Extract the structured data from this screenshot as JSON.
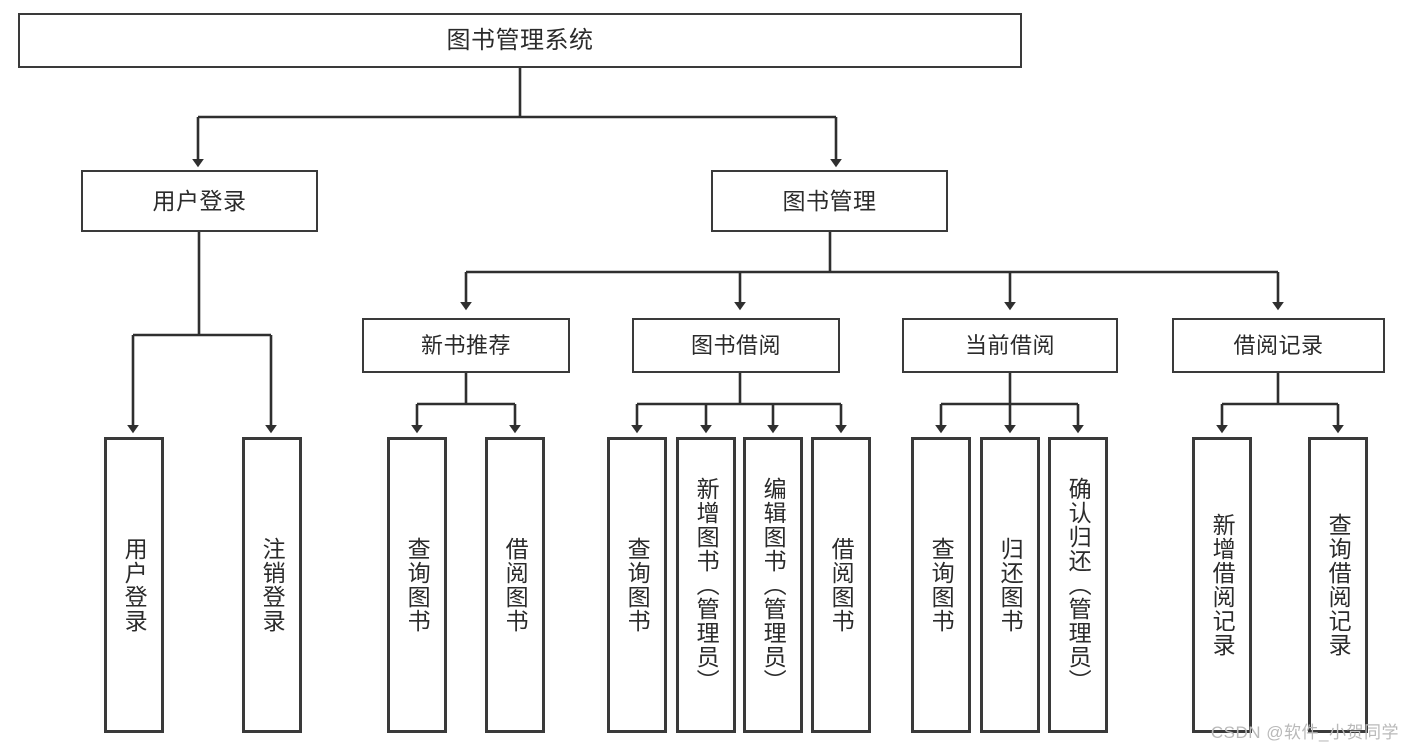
{
  "diagram": {
    "title": "图书管理系统",
    "type": "tree",
    "orientation": "top-down",
    "style": {
      "box_fill": "#ffffff",
      "box_stroke": "#3a3a3a",
      "connector_stroke": "#2f2f2f",
      "text_color": "#2b2b2b",
      "watermark_color": "#b9b9b9"
    },
    "root": {
      "label": "图书管理系统"
    },
    "level1": [
      {
        "label": "用户登录"
      },
      {
        "label": "图书管理"
      }
    ],
    "level2": [
      {
        "label": "新书推荐"
      },
      {
        "label": "图书借阅"
      },
      {
        "label": "当前借阅"
      },
      {
        "label": "借阅记录"
      }
    ],
    "leaves": {
      "user_login": [
        {
          "label": "用户登录"
        },
        {
          "label": "注销登录"
        }
      ],
      "new_book_recommend": [
        {
          "label": "查询图书"
        },
        {
          "label": "借阅图书"
        }
      ],
      "book_borrow": [
        {
          "label": "查询图书"
        },
        {
          "label": "新增图书（管理员）"
        },
        {
          "label": "编辑图书（管理员）"
        },
        {
          "label": "借阅图书"
        }
      ],
      "current_borrow": [
        {
          "label": "查询图书"
        },
        {
          "label": "归还图书"
        },
        {
          "label": "确认归还（管理员）"
        }
      ],
      "borrow_record": [
        {
          "label": "新增借阅记录"
        },
        {
          "label": "查询借阅记录"
        }
      ]
    }
  },
  "watermark": {
    "text": "CSDN @软件_小贺同学"
  }
}
